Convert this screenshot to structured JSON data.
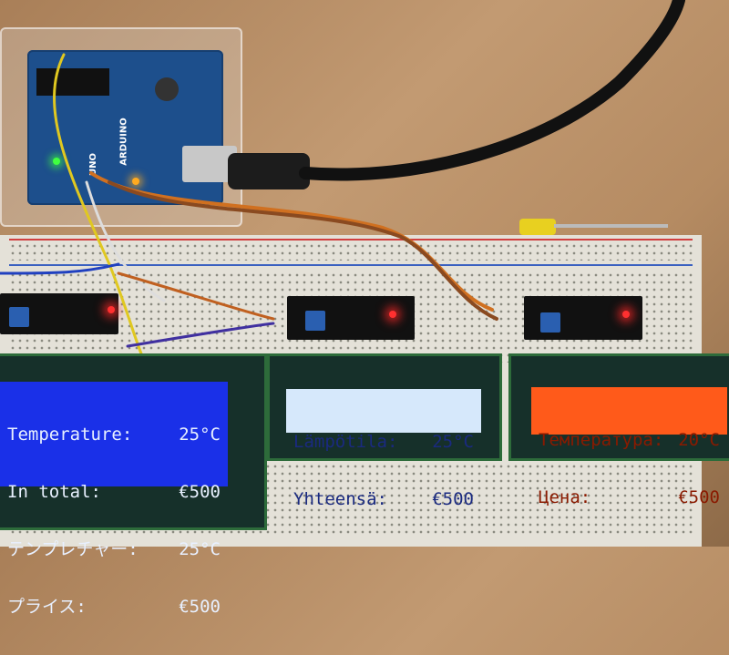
{
  "arduino": {
    "brand": "ARDUINO",
    "model": "UNO"
  },
  "displays": [
    {
      "id": "left",
      "backlight": "#1a30e8",
      "text_color": "#e8f0ff",
      "lines": [
        {
          "label": "Temperature:",
          "value": "25°C"
        },
        {
          "label": "In total:",
          "value": "€500"
        },
        {
          "label": "テンプレチャー:",
          "value": "25°C"
        },
        {
          "label": "プライス:",
          "value": "€500"
        }
      ]
    },
    {
      "id": "middle",
      "backlight": "#d6e8fb",
      "text_color": "#1a2a80",
      "lines": [
        {
          "label": "Lämpötila:",
          "value": "25°C"
        },
        {
          "label": "Yhteensä:",
          "value": "€500"
        }
      ]
    },
    {
      "id": "right",
      "backlight": "#ff5a1a",
      "text_color": "#8a1a00",
      "lines": [
        {
          "label": "Температура:",
          "value": "20°C"
        },
        {
          "label": "Цена:",
          "value": "€500"
        }
      ]
    }
  ]
}
